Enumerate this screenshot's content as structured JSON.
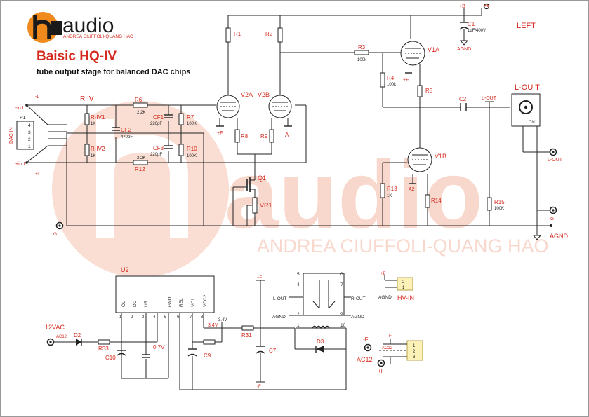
{
  "logo": {
    "brand": "audio",
    "owner": "ANDREA CIUFFOLI-QUANG HAO"
  },
  "title": "Baisic HQ-IV",
  "subtitle": "tube output stage for balanced DAC chips",
  "watermark": {
    "brand": "audio",
    "owner": "ANDREA CIUFFOLI-QUANG HAO"
  },
  "channel": "LEFT",
  "rails": {
    "b_top": "+B",
    "b_top2": "+B",
    "agnd_c1": "AGND",
    "c1_value": "1uF/400V"
  },
  "components": {
    "r1": "R1",
    "r2": "R2",
    "r3": "R3",
    "r3_value": "100k",
    "r4": "R4",
    "r4_value": "100k",
    "r5": "R5",
    "c1": "C1",
    "c2": "C2",
    "v1a": "V1A",
    "v1b": "V1B",
    "v2a": "V2A",
    "v2b": "V2B",
    "riv": "R IV",
    "riv1": "R-IV1",
    "riv1_value": "1K",
    "riv2": "R-IV2",
    "riv2_value": "1K",
    "cf2": "CF2",
    "cf2_value": "470pF",
    "r6": "R6",
    "r6_value": "2.2K",
    "r12": "R12",
    "r12_value": "2.2K",
    "cf1": "CF1",
    "cf1_value": "220pF",
    "cf3": "CF3",
    "cf3_value": "220pF",
    "r7": "R7",
    "r7_value": "100K",
    "r10": "R10",
    "r10_value": "100K",
    "r8": "R8",
    "r9": "R9",
    "q1": "Q1",
    "vr1": "VR1",
    "r13": "R13",
    "r13_value": "1K",
    "r14": "R14",
    "r15": "R15",
    "r15_value": "100K",
    "a2": "A2",
    "a": "A",
    "f_plus": "+F",
    "f_plus2": "+F",
    "f_plus3": "+F"
  },
  "dac_conn": {
    "ref": "P1",
    "label": "DAC IN",
    "pins": [
      "4",
      "3",
      "2",
      "1"
    ],
    "minus_l": "-L",
    "minus_in_l": "-in L",
    "plus_in_l": "+in L",
    "plus_l": "+L",
    "g": "G"
  },
  "output": {
    "lout_title": "L-OU T",
    "cn": "CN1",
    "l_out_top": "L-OUT",
    "l_out": "L-OUT",
    "g": "G",
    "agnd": "AGND"
  },
  "psu": {
    "u2": "U2",
    "pins_top": [
      "OL",
      "DC",
      "UR",
      "GND",
      "REL",
      "VC1",
      "VCC2"
    ],
    "pin_nums": [
      "1",
      "2",
      "3",
      "4",
      "5",
      "6",
      "7",
      "8"
    ],
    "v34a": "3.4V",
    "v34b": "3.4V",
    "v07": "0.7V",
    "ac_12v": "12VAC",
    "ac12a": "AC12",
    "d2": "D2",
    "r33": "R33",
    "c10": "C10",
    "c9": "C9",
    "r31": "R31",
    "c7": "C7",
    "fplus": "+F",
    "fminus": "-F",
    "relay": {
      "left": [
        "5",
        "4",
        "2",
        "1"
      ],
      "right": [
        "6",
        "7",
        "9",
        "10"
      ],
      "l_out": "L-OUT",
      "r_out": "R-OUT",
      "agnd1": "AGND",
      "agnd2": "AGND",
      "d3": "D3"
    },
    "hvin": {
      "b": "+B",
      "agnd": "AGND",
      "label": "HV-IN",
      "pins": [
        "2",
        "1"
      ]
    },
    "acin": {
      "minus_f": "-F",
      "ac12": "AC12",
      "ac12_label": "AC12",
      "plus_f": "+F",
      "pins": [
        "1",
        "2",
        "3"
      ]
    }
  },
  "colors": {
    "wire": "#222222",
    "label_red": "#d42a1f",
    "logo_orange": "#f08a1c",
    "watermark": "#fbe1d8",
    "connector": "#fcf2b8"
  }
}
